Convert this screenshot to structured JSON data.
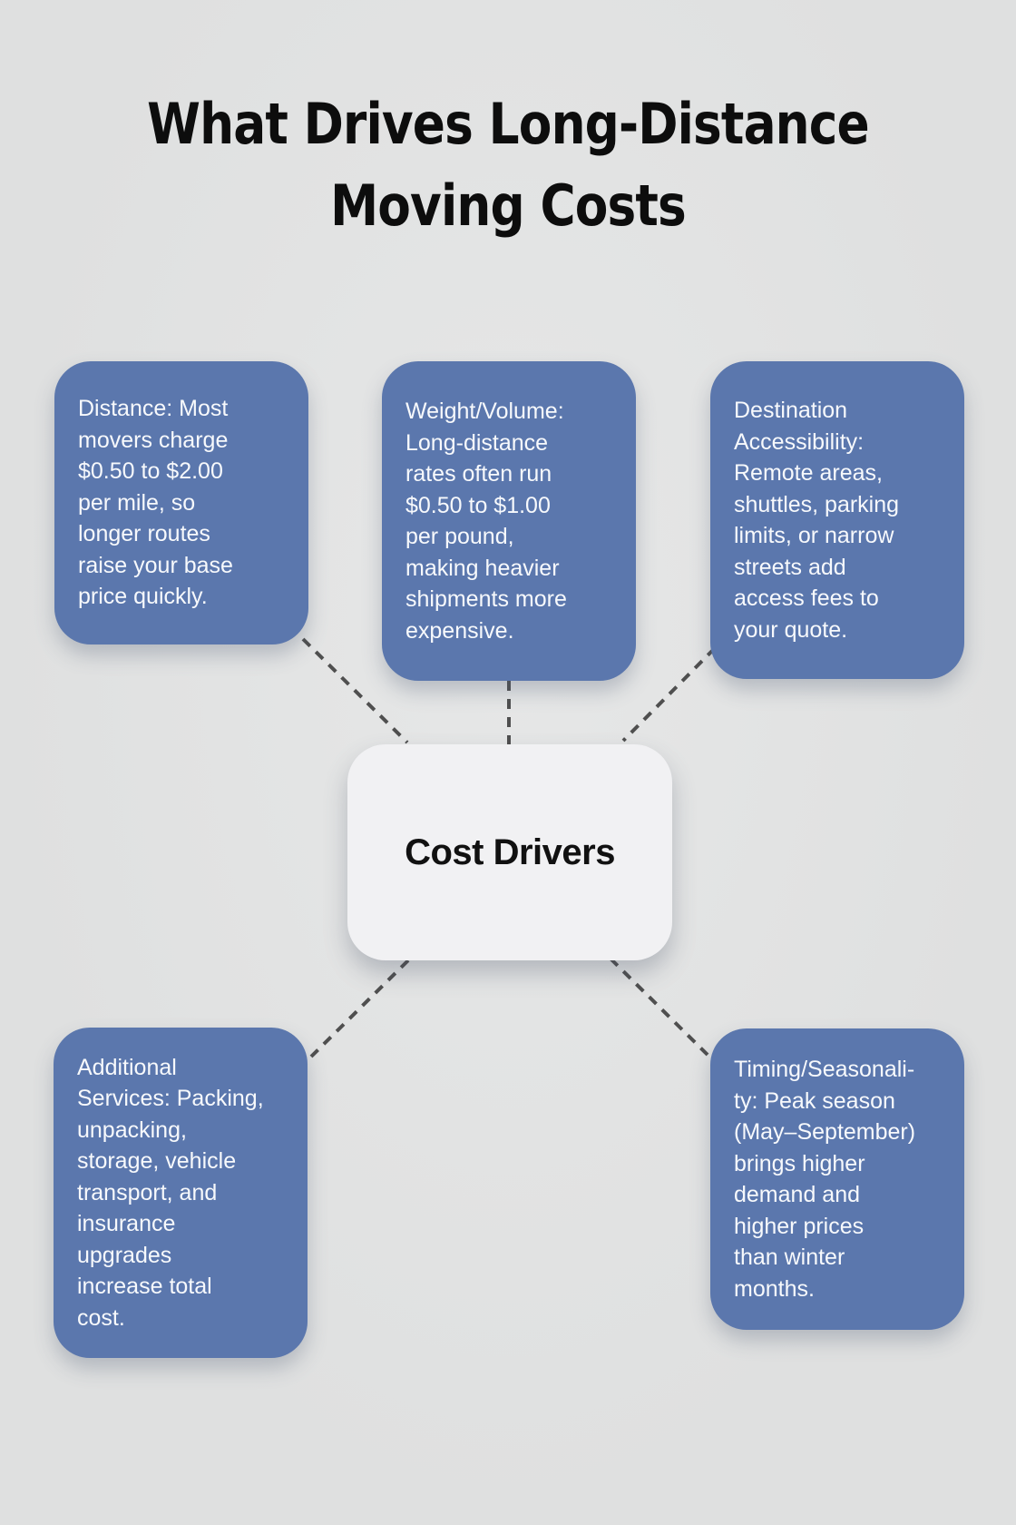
{
  "title": {
    "line1": "What Drives Long-Distance",
    "line2": "Moving Costs"
  },
  "center": {
    "label": "Cost Drivers"
  },
  "factors": [
    {
      "id": "distance",
      "text": "Distance: Most\nmovers charge\n$0.50 to $2.00\nper mile, so\nlonger routes\nraise your base\nprice quickly."
    },
    {
      "id": "weight-volume",
      "text": "Weight/Volume:\nLong-distance\nrates often run\n$0.50 to $1.00\nper pound,\nmaking heavier\nshipments more\nexpensive."
    },
    {
      "id": "destination-accessibility",
      "text": "Destination\nAccessibility:\nRemote areas,\nshuttles, parking\nlimits, or narrow\nstreets add\naccess fees to\nyour quote."
    },
    {
      "id": "additional-services",
      "text": "Additional\nServices: Packing,\nunpacking,\nstorage, vehicle\ntransport, and\ninsurance\nupgrades\nincrease total\ncost."
    },
    {
      "id": "timing-seasonality",
      "text": "Timing/Seasonali-\nty: Peak season\n(May–September)\nbrings higher\ndemand and\nhigher prices\nthan winter\nmonths."
    }
  ],
  "colors": {
    "background": "#dfe0e0",
    "background_hi": "#e6e7e7",
    "node_fill": "#5b77ad",
    "node_text": "#f7f9fc",
    "center_fill": "#f1f1f3",
    "center_text": "#111111",
    "connector": "#4f4f4f",
    "title_text": "#0d0d0d"
  }
}
